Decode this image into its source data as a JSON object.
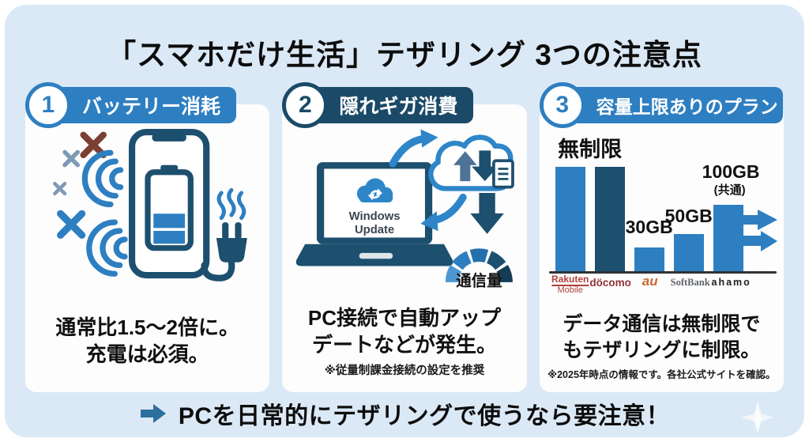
{
  "title": "「スマホだけ生活」テザリング 3つの注意点",
  "panels": [
    {
      "number": "1",
      "heading": "バッテリー消耗",
      "body_line1": "通常比1.5〜2倍に。",
      "body_line2": "充電は必須。",
      "note": ""
    },
    {
      "number": "2",
      "heading": "隠れギガ消費",
      "body_line1": "PC接続で自動アップ",
      "body_line2": "デートなどが発生。",
      "note": "※従量制課金接続の設定を推奨",
      "screen_label_line1": "Windows",
      "screen_label_line2": "Update",
      "gauge_label": "通信量"
    },
    {
      "number": "3",
      "heading": "容量上限ありのプラン",
      "body_line1": "データ通信は無制限で",
      "body_line2": "もテザリングに制限。",
      "note": "※2025年時点の情報です。各社公式サイトを確認。"
    }
  ],
  "footer": {
    "text": "PCを日常的にテザリングで使うなら要注意！"
  },
  "chart_data": {
    "type": "bar",
    "categories": [
      "Rakuten Mobile",
      "docomo",
      "au",
      "SoftBank",
      "ahamo"
    ],
    "values": [
      "無制限",
      "無制限",
      "30GB",
      "50GB",
      "100GB(共通)"
    ],
    "tethering_limits_gb": [
      null,
      null,
      30,
      50,
      100
    ],
    "unit": "GB",
    "bar_heights": [
      132,
      132,
      30,
      47,
      84
    ],
    "bar_colors": [
      "#2e7fc1",
      "#1d4f6e",
      "#2e7fc1",
      "#2e7fc1",
      "#2e7fc1"
    ],
    "labels": {
      "unlimited": "無制限",
      "bar3": "30GB",
      "bar4": "50GB",
      "bar5_line1": "100GB",
      "bar5_line2": "(共通)"
    },
    "logos": [
      {
        "line1": "Rakuten",
        "line2": "Mobile",
        "color": "#b0413c"
      },
      {
        "line1": "döcomo",
        "line2": "",
        "color": "#8e3338"
      },
      {
        "line1": "au",
        "line2": "",
        "color": "#c76a35"
      },
      {
        "line1": "SoftBank",
        "line2": "",
        "color": "#5f6368"
      },
      {
        "line1": "ahamo",
        "line2": "",
        "color": "#1f1f1f"
      }
    ]
  },
  "colors": {
    "card_bg": "#dbe9f6",
    "panel_bg": "#fdfdfe",
    "accent_blue": "#2e7fc1",
    "bright_blue": "#2e86c9",
    "navy": "#1d4f6e",
    "header2_navy": "#1b4a68",
    "footer_arrow": "#2d6f9e"
  }
}
